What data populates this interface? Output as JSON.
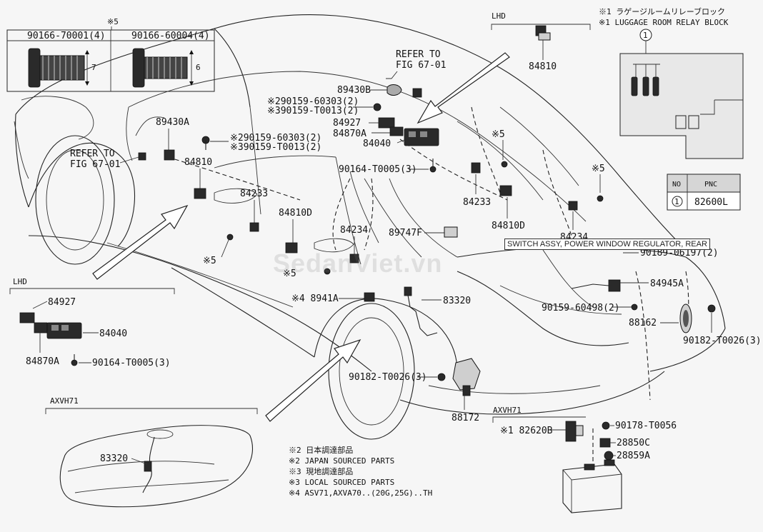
{
  "tooltip": "SWITCH ASSY, POWER WINDOW REGULATOR, REAR",
  "watermark": "SedanViet.vn",
  "inset_bolts": {
    "note": "※5",
    "left_pn": "90166-70001(4)",
    "right_pn": "90166-60004(4)",
    "left_dim": "7",
    "right_dim": "6"
  },
  "relay_box": {
    "line1": "※1 ラゲージルームリレーブロック",
    "line2": "※1 LUGGAGE ROOM RELAY BLOCK",
    "marker": "1",
    "table_head_no": "NO",
    "table_head_pnc": "PNC",
    "table_no": "1",
    "table_pnc": "82600L"
  },
  "section_labels": {
    "lhd_top": "LHD",
    "lhd_left": "LHD",
    "axvh71_left": "AXVH71",
    "axvh71_right": "AXVH71"
  },
  "labels": {
    "refer1_a": "REFER TO",
    "refer1_b": "FIG 67-01",
    "refer2_a": "REFER TO",
    "refer2_b": "FIG 67-01",
    "p89430B": "89430B",
    "p89430A": "89430A",
    "pn_a1": "※290159-60303(2)",
    "pn_a2": "※390159-T0013(2)",
    "pn_b1": "※290159-60303(2)",
    "pn_b2": "※390159-T0013(2)",
    "p84927": "84927",
    "p84870A": "84870A",
    "p84040": "84040",
    "p90164": "90164-T0005(3)",
    "p84810_top": "84810",
    "p84810_mid": "84810",
    "p84233_a": "84233",
    "p84233_b": "84233",
    "p84810D_a": "84810D",
    "p84810D_b": "84810D",
    "p84234_a": "84234",
    "p84234_b": "84234",
    "p89747F": "89747F",
    "p90189": "90189-06197(2)",
    "p84945A": "84945A",
    "p90159_60498": "90159-60498(2)",
    "p88162": "88162",
    "p90182_r": "90182-T0026(3)",
    "p90182_c": "90182-T0026(3)",
    "p88172": "88172",
    "p8941A": "※4 8941A",
    "p83320_c": "83320",
    "p83320_tank": "83320",
    "s5_a": "※5",
    "s5_b": "※5",
    "s5_c": "※5",
    "s5_d": "※5",
    "s5_e": "※5",
    "p82620B": "※1 82620B",
    "p90178": "90178-T0056",
    "p28850C": "28850C",
    "p28859A": "28859A",
    "lhd_84927": "84927",
    "lhd_84040": "84040",
    "lhd_84870A": "84870A",
    "lhd_90164": "90164-T0005(3)"
  },
  "legend": [
    "※2 日本調達部品",
    "※2 JAPAN SOURCED PARTS",
    "※3 現地調達部品",
    "※3 LOCAL SOURCED PARTS",
    "※4 ASV71,AXVA70..(20G,25G)..TH"
  ]
}
